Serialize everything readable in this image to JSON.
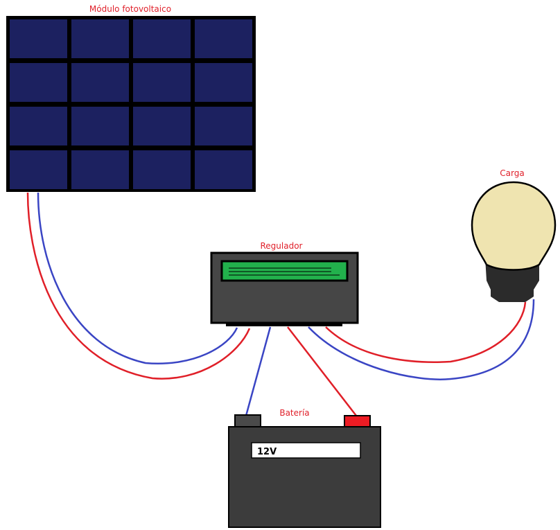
{
  "labels": {
    "panel": "Módulo fotovoltaico",
    "regulator": "Regulador",
    "load": "Carga",
    "battery": "Batería",
    "battery_voltage": "12V"
  },
  "colors": {
    "label_text": "#e0202a",
    "panel_cell": "#1c2160",
    "panel_frame": "#000000",
    "wire_positive": "#e01f28",
    "wire_negative": "#3a45c4",
    "regulator_body": "#464646",
    "regulator_display": "#22b14c",
    "battery_body": "#3c3c3c",
    "battery_terminal_negative": "#4a4a4a",
    "battery_terminal_positive": "#ed1c24",
    "bulb_glass": "#efe4b0",
    "bulb_base": "#2b2b2b"
  }
}
